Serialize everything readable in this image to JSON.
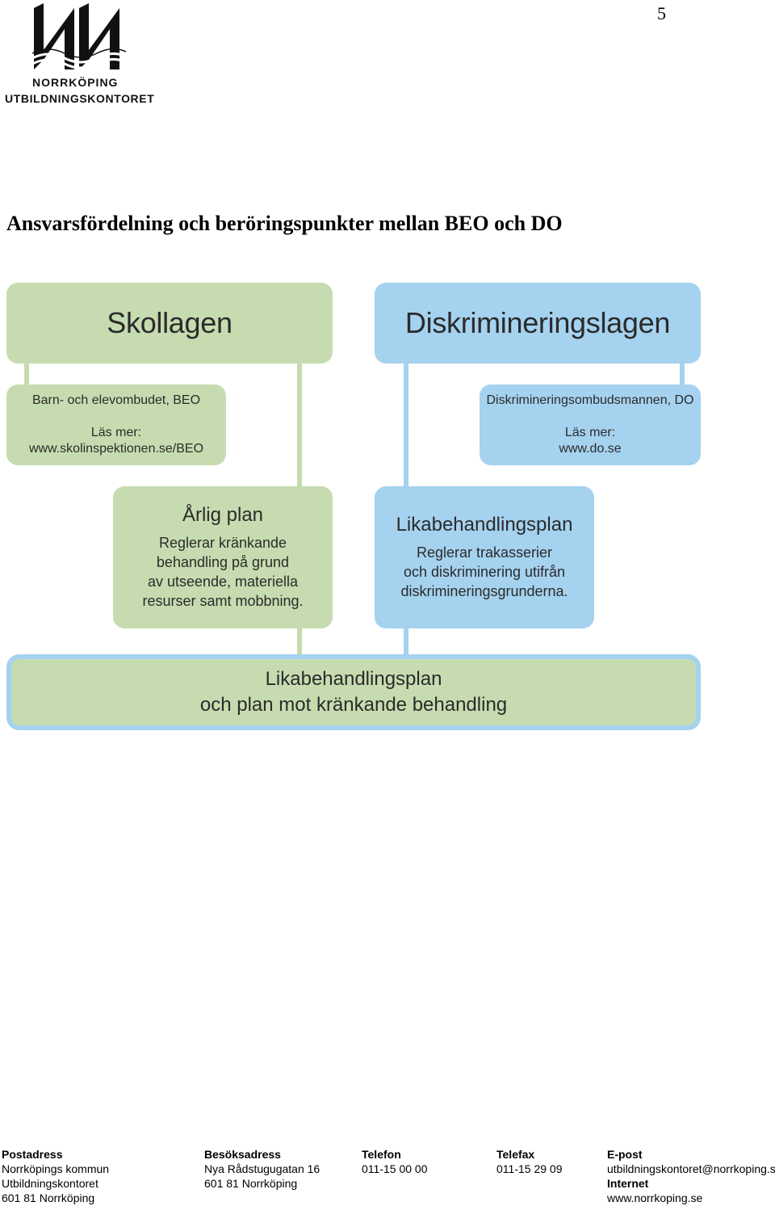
{
  "page_number": "5",
  "logo": {
    "line1": "NORRKÖPING",
    "line2": "UTBILDNINGSKONTORET"
  },
  "title": "Ansvarsfördelning och beröringspunkter mellan BEO och DO",
  "diagram": {
    "skollagen": "Skollagen",
    "diskrimineringslagen": "Diskrimineringslagen",
    "beo": {
      "name": "Barn- och elevombudet, BEO",
      "las_mer": "Läs mer:",
      "url": "www.skolinspektionen.se/BEO"
    },
    "do": {
      "name": "Diskrimineringsombudsmannen, DO",
      "las_mer": "Läs mer:",
      "url": "www.do.se"
    },
    "arlig_plan": {
      "title": "Årlig plan",
      "lines": [
        "Reglerar kränkande",
        "behandling på grund",
        "av utseende, materiella",
        "resurser samt mobbning."
      ]
    },
    "likabehandlingsplan": {
      "title": "Likabehandlingsplan",
      "lines": [
        "Reglerar trakasserier",
        "och diskriminering utifrån",
        "diskrimineringsgrunderna."
      ]
    },
    "bottom": {
      "lines": [
        "Likabehandlingsplan",
        "och plan mot kränkande behandling"
      ]
    }
  },
  "footer": {
    "postadress": {
      "label": "Postadress",
      "lines": [
        "Norrköpings kommun",
        "Utbildningskontoret",
        "601 81 Norrköping"
      ]
    },
    "besoksadress": {
      "label": "Besöksadress",
      "lines": [
        "Nya Rådstugugatan 16",
        "601 81 Norrköping"
      ]
    },
    "telefon": {
      "label": "Telefon",
      "value": "011-15 00 00"
    },
    "telefax": {
      "label": "Telefax",
      "value": "011-15 29 09"
    },
    "epost": {
      "label": "E-post",
      "value": "utbildningskontoret@norrkoping.se",
      "internet_label": "Internet",
      "internet_value": "www.norrkoping.se"
    }
  },
  "colors": {
    "green": "#c6dcb0",
    "blue": "#a5d2ef"
  }
}
